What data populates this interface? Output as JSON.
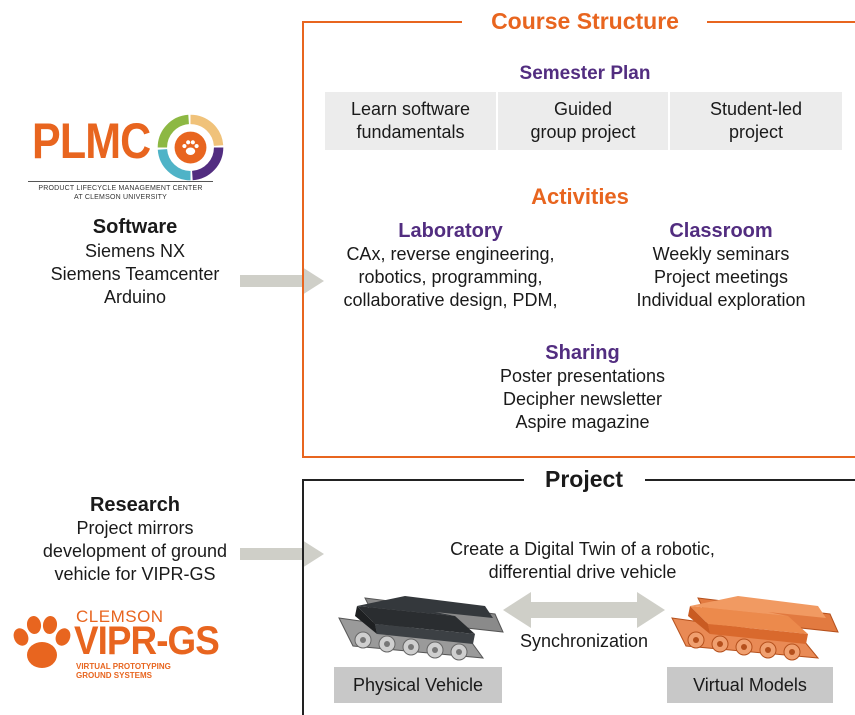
{
  "left_panel": {
    "plmc_logo": {
      "text": "PLMC",
      "subtitle_line1": "PRODUCT LIFECYCLE MANAGEMENT CENTER",
      "subtitle_line2": "AT CLEMSON UNIVERSITY"
    },
    "software": {
      "title": "Software",
      "items": [
        "Siemens NX",
        "Siemens Teamcenter",
        "Arduino"
      ]
    },
    "research": {
      "title": "Research",
      "lines": [
        "Project mirrors",
        "development of ground",
        "vehicle for VIPR-GS"
      ]
    },
    "vipr_logo": {
      "top": "CLEMSON",
      "main": "VIPR-GS",
      "sub1": "VIRTUAL PROTOTYPING",
      "sub2": "GROUND SYSTEMS"
    }
  },
  "course_structure": {
    "title": "Course Structure",
    "semester_plan": {
      "title": "Semester Plan",
      "cells": [
        [
          "Learn software",
          "fundamentals"
        ],
        [
          "Guided",
          "group project"
        ],
        [
          "Student-led",
          "project"
        ]
      ]
    },
    "activities": {
      "title": "Activities",
      "laboratory": {
        "title": "Laboratory",
        "lines": [
          "CAx, reverse engineering,",
          "robotics, programming,",
          "collaborative design, PDM,"
        ]
      },
      "classroom": {
        "title": "Classroom",
        "lines": [
          "Weekly seminars",
          "Project meetings",
          "Individual exploration"
        ]
      },
      "sharing": {
        "title": "Sharing",
        "lines": [
          "Poster presentations",
          "Decipher newsletter",
          "Aspire magazine"
        ]
      }
    }
  },
  "project": {
    "title": "Project",
    "goal_lines": [
      "Create a Digital Twin of a robotic,",
      "differential drive vehicle"
    ],
    "sync_label": "Synchronization",
    "physical_label": "Physical Vehicle",
    "virtual_label": "Virtual Models"
  },
  "colors": {
    "orange": "#e8651f",
    "purple": "#522d80",
    "gray_cell": "#ececec",
    "arrow": "#cfcfc8"
  }
}
